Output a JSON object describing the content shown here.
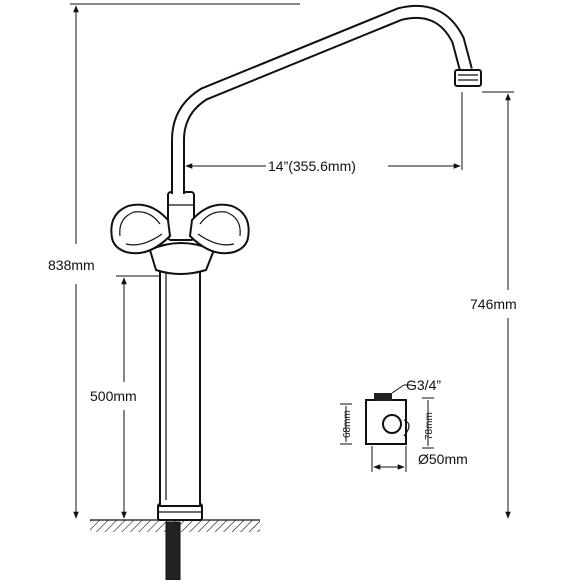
{
  "dimensions": {
    "spout_reach": "14”(355.6mm)",
    "total_height": "838mm",
    "outlet_height": "746mm",
    "body_height": "500mm",
    "thread": "G3/4”",
    "base_diameter": "Ø50mm",
    "detail_height_a": "68mm",
    "detail_height_b": "78mm"
  }
}
